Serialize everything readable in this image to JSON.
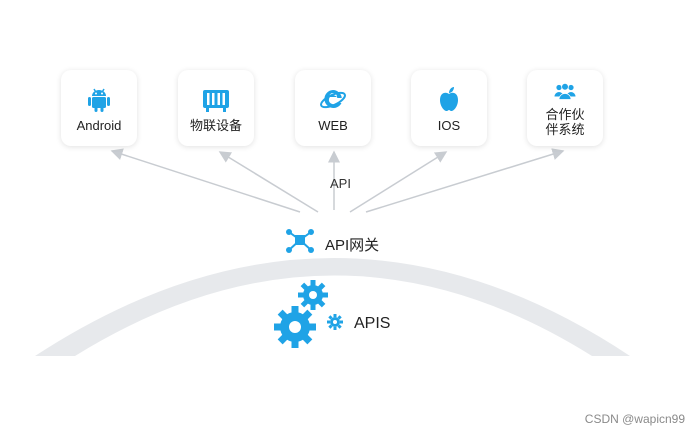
{
  "colors": {
    "accent": "#1fa3e6",
    "arc": "#e7e9ec",
    "arrow": "#c8ccd1"
  },
  "clients": [
    {
      "label": "Android",
      "icon": "android-icon"
    },
    {
      "label": "物联设备",
      "icon": "iot-device-icon"
    },
    {
      "label": "WEB",
      "icon": "internet-explorer-icon"
    },
    {
      "label": "IOS",
      "icon": "apple-icon"
    },
    {
      "label": "合作伙伴系统",
      "icon": "partners-icon"
    }
  ],
  "arrow_label": "API",
  "gateway": {
    "label": "API网关",
    "icon": "network-icon"
  },
  "apis": {
    "label": "APIS",
    "icon": "gears-icon"
  },
  "watermark": "CSDN @wapicn99"
}
